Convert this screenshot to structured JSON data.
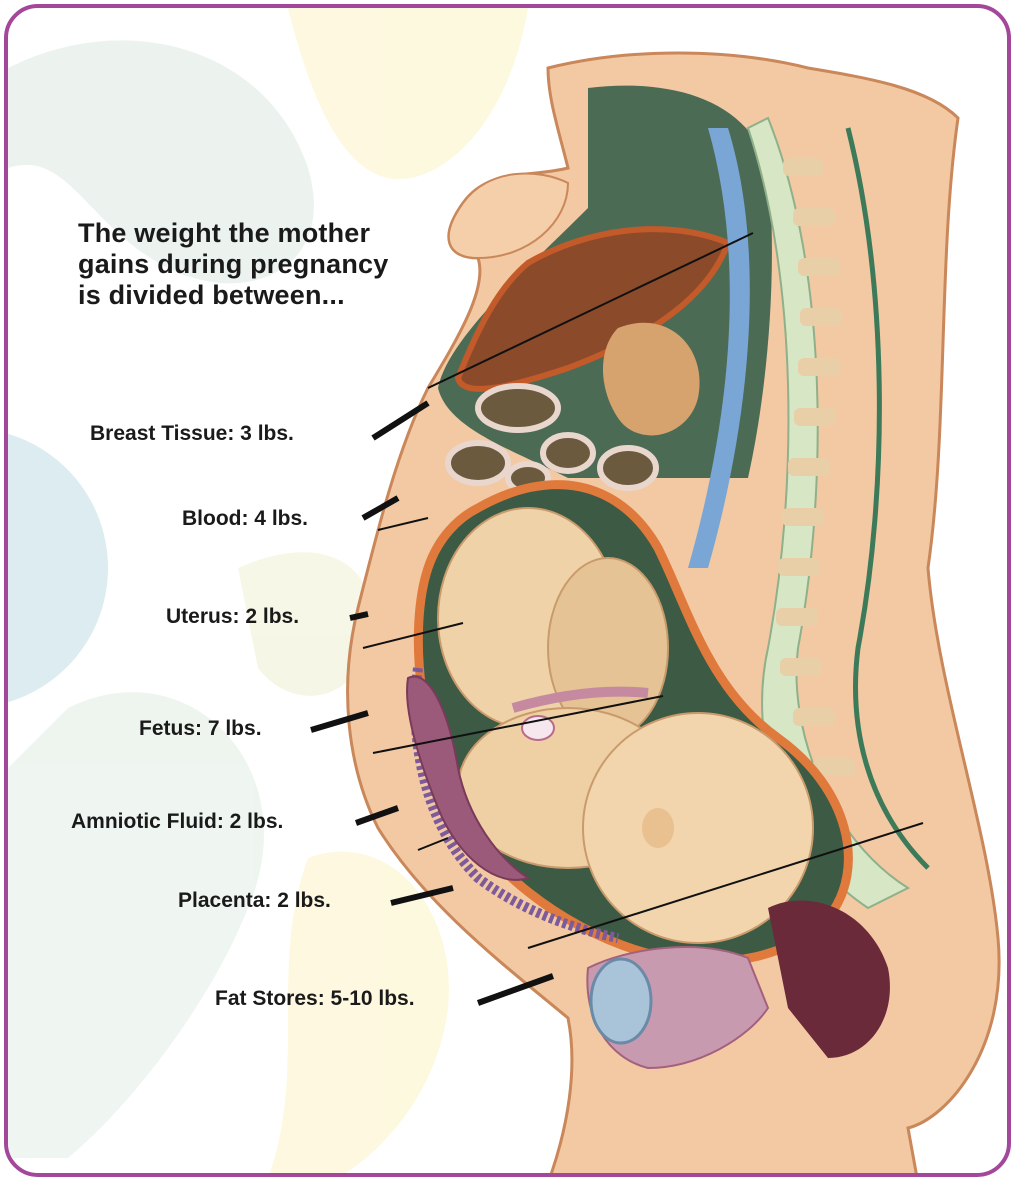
{
  "title": "The weight the mother gains during pregnancy is divided between...",
  "labels": [
    {
      "id": "breast-tissue",
      "text": "Breast Tissue: 3 lbs."
    },
    {
      "id": "blood",
      "text": "Blood: 4 lbs."
    },
    {
      "id": "uterus",
      "text": "Uterus: 2 lbs."
    },
    {
      "id": "fetus",
      "text": "Fetus: 7 lbs."
    },
    {
      "id": "amniotic-fluid",
      "text": "Amniotic Fluid: 2 lbs."
    },
    {
      "id": "placenta",
      "text": "Placenta: 2 lbs."
    },
    {
      "id": "fat-stores",
      "text": "Fat Stores: 5-10 lbs."
    }
  ],
  "colors": {
    "frame": "#a3479a",
    "leader_lines": "#111111",
    "skin": "#f2c9a2",
    "uterus_wall": "#e07a3c",
    "fetus": "#f0d2a8",
    "spine": "#c8ddb0",
    "background_shapes": [
      "#e8f1ec",
      "#fdf6d2",
      "#d9eaf0"
    ]
  }
}
